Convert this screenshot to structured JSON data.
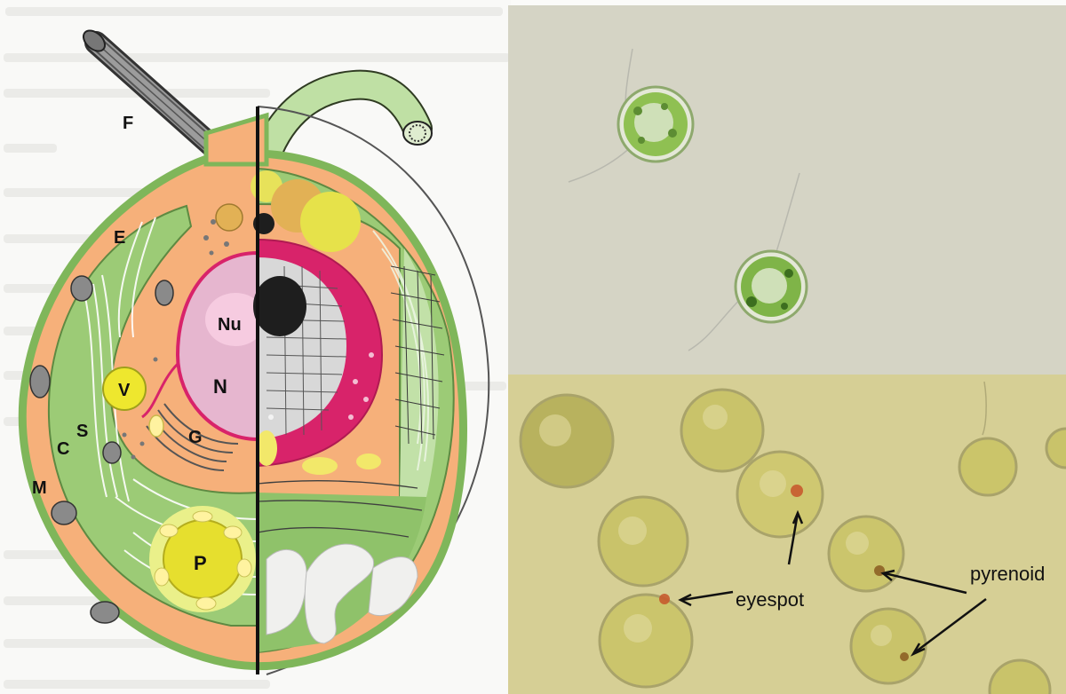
{
  "diagram": {
    "labels": {
      "flagellum": "F",
      "er": "E",
      "nucleolus": "Nu",
      "nucleus": "N",
      "vacuole": "V",
      "starch": "S",
      "chloroplast": "C",
      "mitochondrion": "M",
      "golgi": "G",
      "pyrenoid": "P"
    }
  },
  "photo": {
    "labels": {
      "eyespot": "eyespot",
      "pyrenoid": "pyrenoid"
    }
  },
  "colors": {
    "cytoplasm": "#f6b07a",
    "cell_wall": "#7fb65a",
    "chloroplast": "#9ccb76",
    "nucleus": "#e6b6cf",
    "nuclear_envelope_em": "#d8236a",
    "pyrenoid": "#e6df2e",
    "vacuole": "#eee72e",
    "photo_top_bg": "#d5d4c5",
    "photo_bottom_bg": "#d6cf95",
    "cell_photo": "#c9c36a"
  }
}
